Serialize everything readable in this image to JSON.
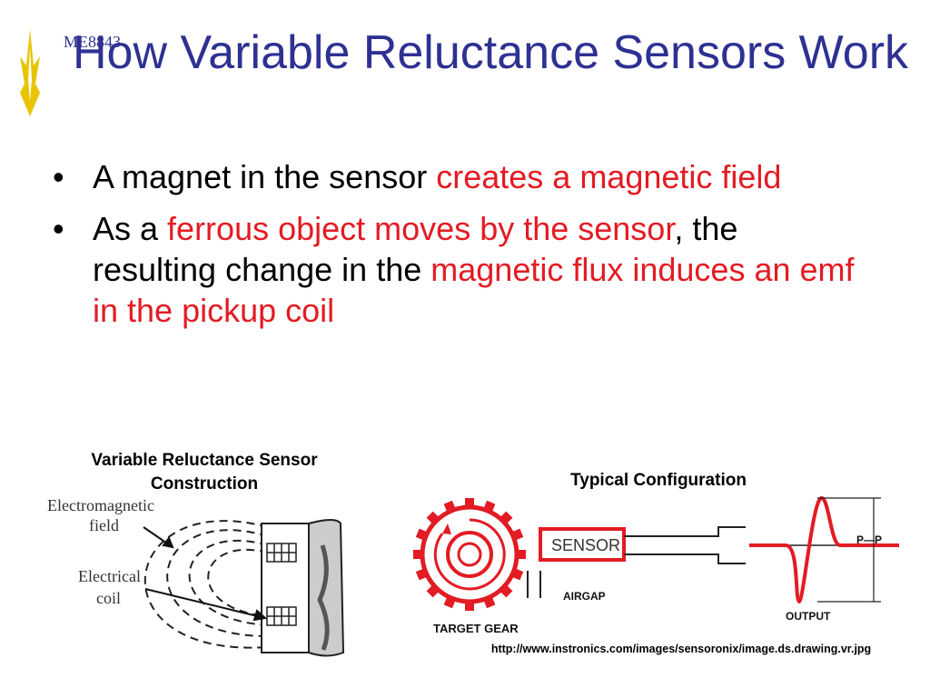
{
  "header": {
    "course_code": "ME8843",
    "title": "How Variable Reluctance Sensors Work",
    "logo_icon": "flame-logo-icon"
  },
  "bullets": [
    {
      "parts": [
        {
          "text": "A magnet in the sensor ",
          "emphasis": false
        },
        {
          "text": "creates a magnetic field",
          "emphasis": true
        }
      ]
    },
    {
      "parts": [
        {
          "text": "As a ",
          "emphasis": false
        },
        {
          "text": "ferrous object moves by the sensor",
          "emphasis": true
        },
        {
          "text": ", the resulting change in the ",
          "emphasis": false
        },
        {
          "text": "magnetic flux induces an emf in the pickup coil",
          "emphasis": true
        }
      ]
    }
  ],
  "figures": {
    "construction": {
      "caption": "Variable Reluctance Sensor Construction",
      "label_field": [
        "Electromagnetic",
        "field"
      ],
      "label_coil": [
        "Electrical",
        "coil"
      ]
    },
    "configuration": {
      "caption": "Typical Configuration",
      "sensor_label": "SENSOR",
      "airgap_label": "AIRGAP",
      "gear_label": "TARGET  GEAR",
      "output_label": "OUTPUT",
      "pp_label": "P—P"
    }
  },
  "source_url": "http://www.instronics.com/images/sensoronix/image.ds.drawing.vr.jpg",
  "colors": {
    "title": "#2e3192",
    "emphasis": "#e31b23",
    "logo": "#e8c400"
  }
}
